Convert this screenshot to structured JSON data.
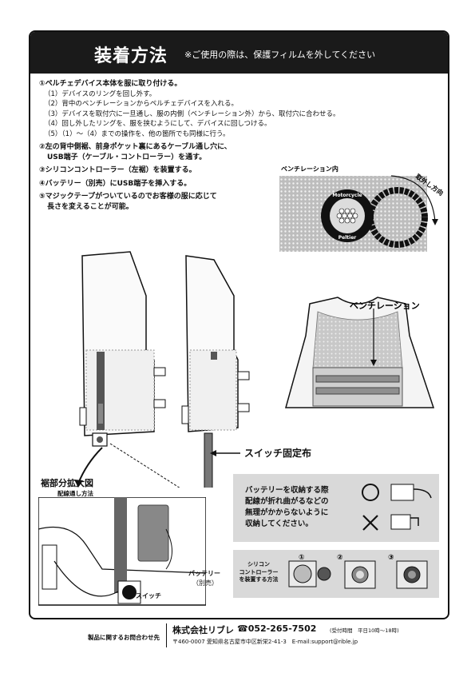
{
  "header": {
    "title": "装着方法",
    "subtitle": "※ご使用の際は、保護フィルムを外してください"
  },
  "steps": {
    "s1": "①ペルチェデバイス本体を服に取り付ける。",
    "s1_1": "（1）デバイスのリングを回し外す。",
    "s1_2": "（2）背中のベンチレーションからペルチェデバイスを入れる。",
    "s1_3": "（3）デバイスを取付穴に一旦通し、服の内側（ベンチレーション外）から、取付穴に合わせる。",
    "s1_4": "（4）回し外したリングを、服を挟むようにして、デバイスに回しつける。",
    "s1_5": "（5）（1）～（4）までの操作を、他の箇所でも同様に行う。",
    "s2a": "②左の背中側裾、前身ポケット裏にあるケーブル通し穴に、",
    "s2b": "USB端子（ケーブル・コントローラー）を通す。",
    "s3": "③シリコンコントローラー（左裾）を装置する。",
    "s4": "④バッテリー（別売）にUSB端子を挿入する。",
    "s5a": "⑤マジックテープがついているのでお客様の服に応じて",
    "s5b": "長さを変えることが可能。"
  },
  "device": {
    "inside_label": "ベンチレーション内",
    "direction_label": "取外し方向",
    "badge_top": "Motorcycle",
    "badge_bottom": "Peltier"
  },
  "vest": {
    "ventilation_label": "ベンチレーション"
  },
  "switch_cloth_label": "スイッチ固定布",
  "hem": {
    "title": "裾部分拡大図",
    "subtitle": "配線通し方法",
    "battery_label": "バッテリー",
    "battery_note": "（別売）",
    "switch_label": "スイッチ"
  },
  "battery_notice": {
    "line1": "バッテリーを収納する際",
    "line2": "配線が折れ曲がるなどの",
    "line3": "無理がかからないように",
    "line4": "収納してください。"
  },
  "silicone": {
    "label1": "シリコン",
    "label2": "コントローラー",
    "label3": "を装置する方法",
    "step1": "①",
    "step2": "②",
    "step3": "③"
  },
  "footer": {
    "inquiry": "製品に関するお問合わせ先",
    "company": "株式会社リブレ",
    "tel": "☎052-265-7502",
    "hours": "(受付時間　平日10時～18時)",
    "address": "〒460-0007 愛知県名古屋市中区新栄2-41-3　E-mail:support@rible.jp"
  },
  "colors": {
    "header_bg": "#1a1a1a",
    "panel_gray": "#d9d9d9"
  }
}
